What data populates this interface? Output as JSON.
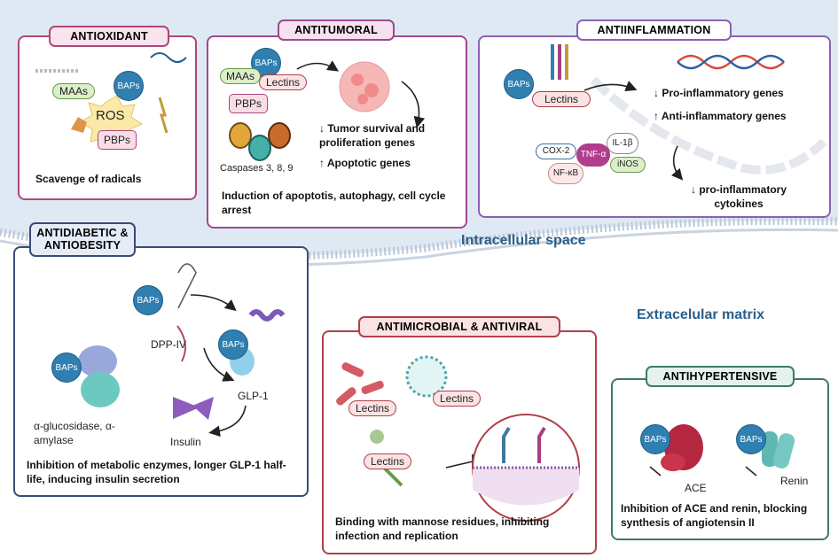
{
  "regions": {
    "intracellular": "Intracellular space",
    "extracellular": "Extracelular matrix"
  },
  "antioxidant": {
    "title": "ANTIOXIDANT",
    "maas": "MAAs",
    "baps": "BAPs",
    "ros": "ROS",
    "pbps": "PBPs",
    "caption": "Scavenge of radicals"
  },
  "antitumoral": {
    "title": "ANTITUMORAL",
    "baps": "BAPs",
    "maas": "MAAs",
    "lectins": "Lectins",
    "pbps": "PBPs",
    "caspases": "Caspases 3, 8, 9",
    "effect1": "↓ Tumor survival and",
    "effect2": "proliferation genes",
    "effect3": "↑ Apoptotic genes",
    "caption": "Induction of apoptotis, autophagy, cell cycle arrest"
  },
  "antiinflammation": {
    "title": "ANTIINFLAMMATION",
    "baps": "BAPs",
    "lectins": "Lectins",
    "effect1": "↓ Pro-inflammatory genes",
    "effect2": "↑ Anti-inflammatory genes",
    "cox2": "COX-2",
    "il1b": "IL-1β",
    "tnfa": "TNF-α",
    "nfkb": "NF-κB",
    "inos": "iNOS",
    "cytokines": "↓ pro-inflammatory cytokines"
  },
  "antidiabetic": {
    "title": "ANTIDIABETIC & ANTIOBESITY",
    "baps1": "BAPs",
    "dppiv": "DPP-IV",
    "baps2": "BAPs",
    "glp1": "GLP-1",
    "baps3": "BAPs",
    "enzymes": "α-glucosidase, α-amylase",
    "insulin": "Insulin",
    "caption": "Inhibition of metabolic enzymes, longer GLP-1 half-life, inducing insulin secretion"
  },
  "antimicrobial": {
    "title": "ANTIMICROBIAL & ANTIVIRAL",
    "lectins1": "Lectins",
    "lectins2": "Lectins",
    "lectins3": "Lectins",
    "caption": "Binding with mannose residues, inhibiting infection and replication"
  },
  "antihypertensive": {
    "title": "ANTIHYPERTENSIVE",
    "baps1": "BAPs",
    "ace": "ACE",
    "baps2": "BAPs",
    "renin": "Renin",
    "caption": "Inhibition of ACE and renin, blocking synthesis of angiotensin II"
  },
  "colors": {
    "antioxidant": "#b0457a",
    "antitumoral": "#9c4a8e",
    "antiinflammation": "#8a62b3",
    "antidiabetic": "#3b4a78",
    "antimicrobial": "#b0404a",
    "antihypertensive": "#3d7a66",
    "baps": "#2f7fb0",
    "cell": "#dde8f2"
  }
}
